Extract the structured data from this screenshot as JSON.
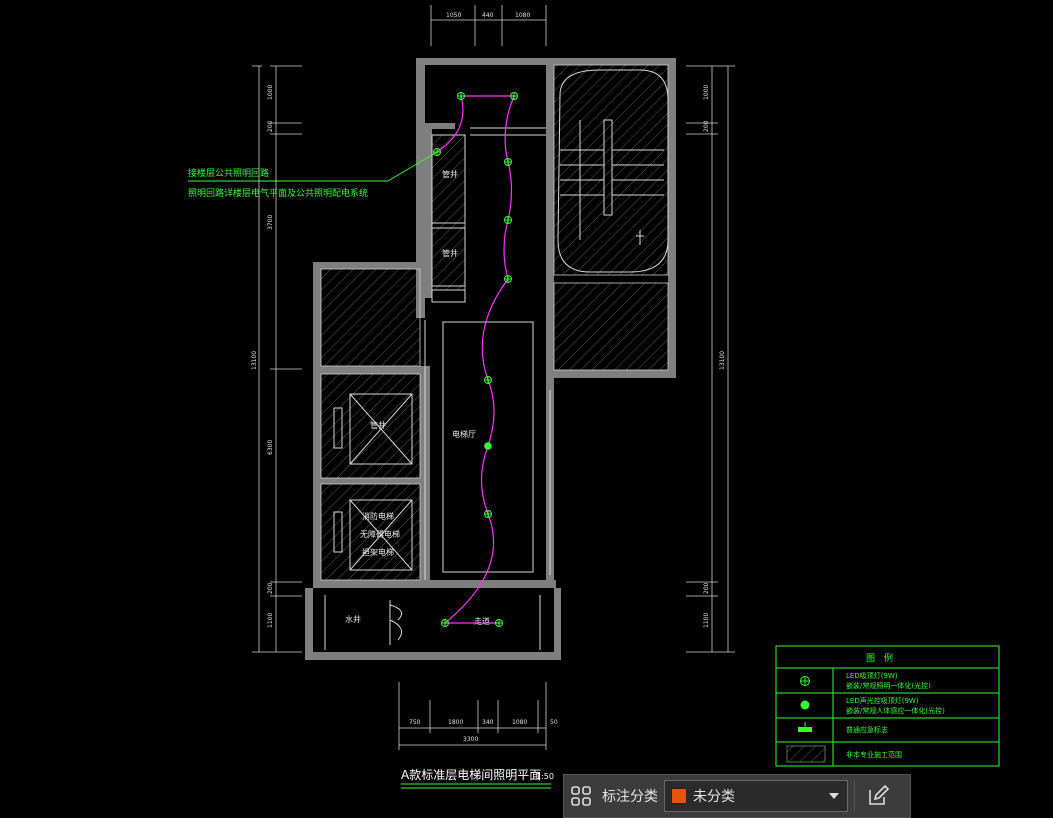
{
  "drawing": {
    "title": "A款标准层电梯间照明平面",
    "scale": "1:50",
    "annotation_line1": "接楼层公共照明回路",
    "annotation_line2": "照明回路详楼层电气平面及公共照明配电系统",
    "rooms": {
      "elevator_hall": "电梯厅",
      "well_upper": "管井",
      "well_lower": "管井",
      "shaft": "管井",
      "fire_line1": "消防电梯",
      "fire_line2": "无障碍电梯",
      "fire_line3": "担架电梯",
      "water": "水井",
      "corridor": "走道"
    },
    "dims_top": [
      "1050",
      "440",
      "1080"
    ],
    "dims_bottom": [
      "750",
      "1800",
      "340",
      "1080",
      "50"
    ],
    "dim_bottom_total": "3300",
    "dims_left": [
      "1000",
      "200",
      "3700",
      "6300",
      "200",
      "1100"
    ],
    "dim_left_total": "13100",
    "dims_right": [
      "1000",
      "200",
      "200",
      "1100"
    ],
    "dim_right_total": "13100"
  },
  "legend": {
    "header": "图　例",
    "items": [
      {
        "icon": "led-ceiling-light-icon",
        "line1": "LED吸顶灯(9W)",
        "line2": "嵌装/常规照明一体化(光控)"
      },
      {
        "icon": "led-sensor-light-icon",
        "line1": "LED声光控吸顶灯(9W)",
        "line2": "嵌装/常规人体感应一体化(光控)"
      },
      {
        "icon": "emergency-light-icon",
        "line1": "普通应急标志",
        "line2": ""
      },
      {
        "icon": "hatch-icon",
        "line1": "非本专业施工范围",
        "line2": ""
      }
    ]
  },
  "toolbar": {
    "label": "标注分类",
    "selected": "未分类",
    "swatch_color": "#e8520a"
  }
}
